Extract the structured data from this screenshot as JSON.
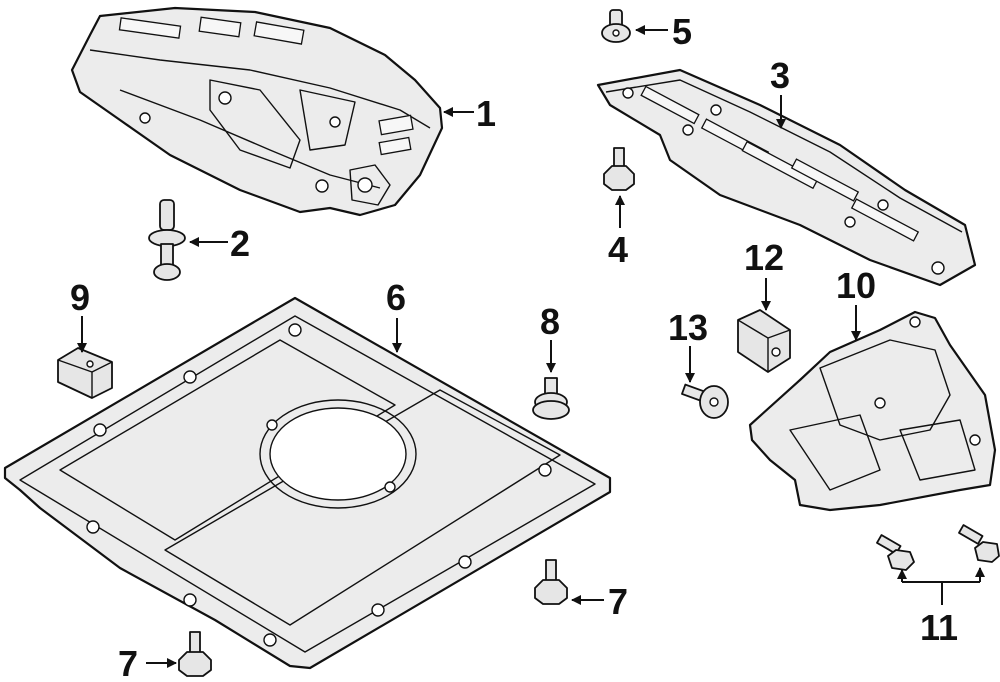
{
  "callouts": [
    {
      "id": "c1",
      "label": "1"
    },
    {
      "id": "c2",
      "label": "2"
    },
    {
      "id": "c3",
      "label": "3"
    },
    {
      "id": "c4",
      "label": "4"
    },
    {
      "id": "c5",
      "label": "5"
    },
    {
      "id": "c6",
      "label": "6"
    },
    {
      "id": "c7a",
      "label": "7"
    },
    {
      "id": "c7b",
      "label": "7"
    },
    {
      "id": "c8",
      "label": "8"
    },
    {
      "id": "c9",
      "label": "9"
    },
    {
      "id": "c10",
      "label": "10"
    },
    {
      "id": "c11",
      "label": "11"
    },
    {
      "id": "c12",
      "label": "12"
    },
    {
      "id": "c13",
      "label": "13"
    }
  ],
  "colors": {
    "line": "#111111",
    "fill": "#ececec",
    "background": "#ffffff"
  }
}
